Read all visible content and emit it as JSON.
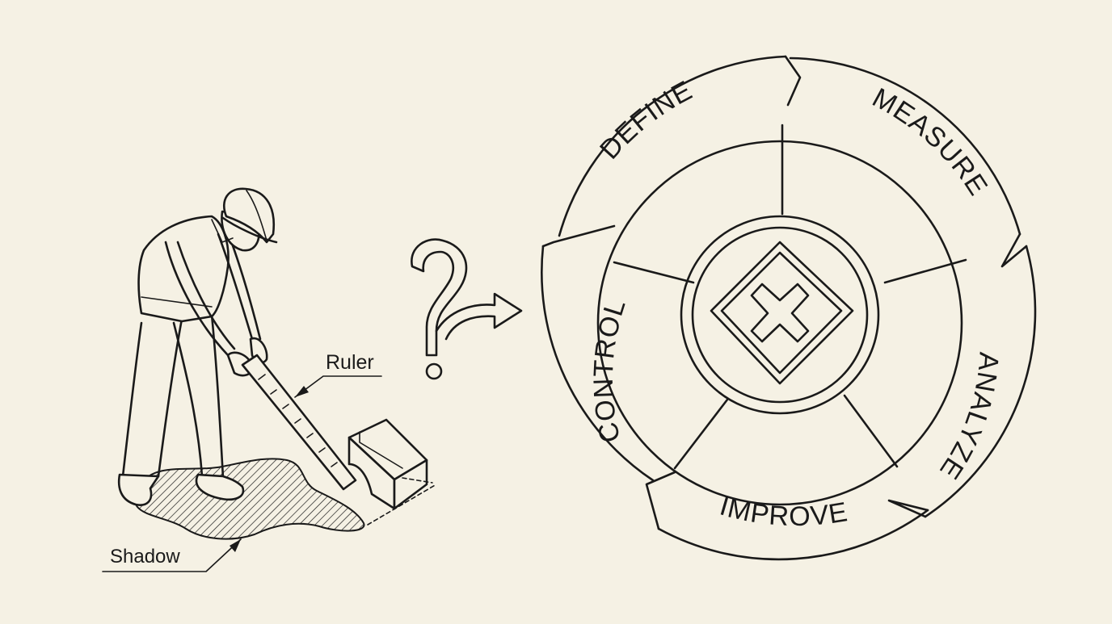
{
  "labels": {
    "ruler": "Ruler",
    "shadow": "Shadow"
  },
  "cycle": {
    "segments": [
      "DEFINE",
      "MEASURE",
      "ANALYZE",
      "IMPROVE",
      "CONTROL"
    ]
  },
  "icons": {
    "worker": "worker-measuring-icon",
    "question": "question-mark-icon",
    "arrow": "curved-arrow-icon",
    "center": "x-diamond-icon"
  },
  "colors": {
    "background": "#f5f1e4",
    "ink": "#1a1a1a"
  }
}
